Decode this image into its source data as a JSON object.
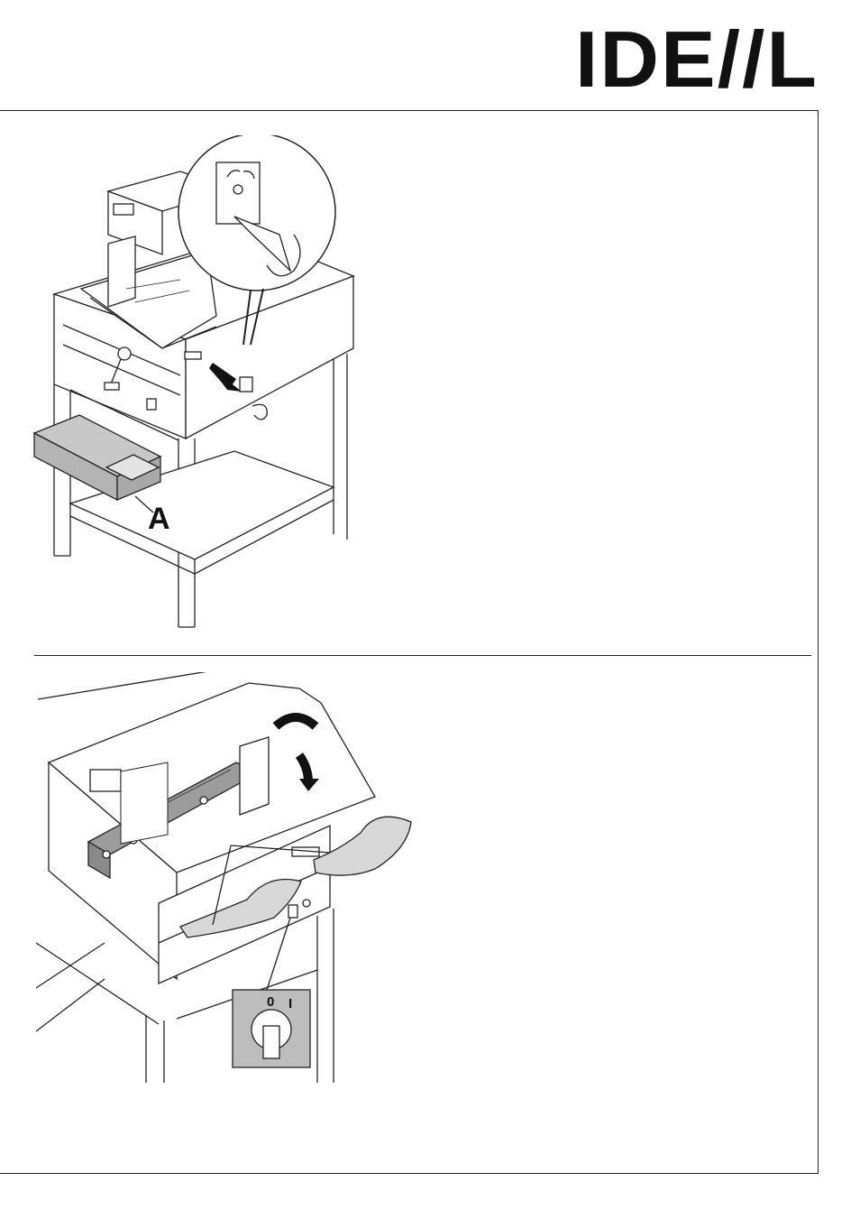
{
  "brand": {
    "name": "IDEAL"
  },
  "figure1": {
    "callout_label": "A"
  },
  "figure2": {
    "switch_off_label": "0",
    "switch_on_label": "I"
  }
}
